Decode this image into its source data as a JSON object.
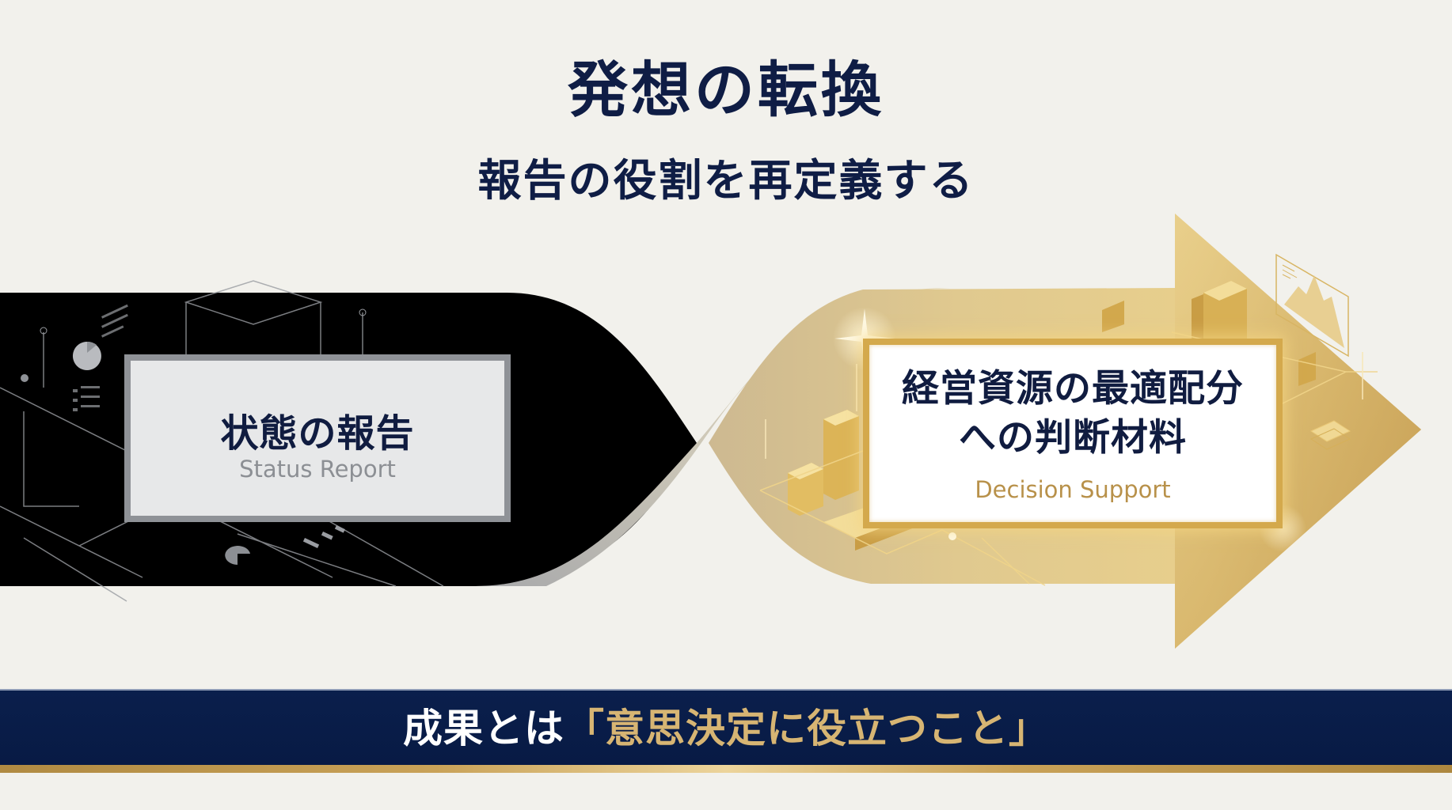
{
  "header": {
    "title": "発想の転換",
    "subtitle": "報告の役割を再定義する"
  },
  "left_panel": {
    "heading": "状態の報告",
    "caption": "Status Report",
    "theme": "gray",
    "colors": {
      "band": "#aeb0b4",
      "box_border": "#8f9297",
      "box_fill": "#e7e8e9",
      "caption": "#8c8f94"
    }
  },
  "right_panel": {
    "heading_line1": "経営資源の最適配分",
    "heading_line2": "への判断材料",
    "caption": "Decision Support",
    "theme": "gold",
    "colors": {
      "band": "#d9c49a",
      "box_border": "#d4a94c",
      "box_fill": "#ffffff",
      "caption": "#b8914a"
    }
  },
  "transition": {
    "shape": "twisted-ribbon-arrow",
    "direction": "left-to-right"
  },
  "banner": {
    "prefix": "成果とは",
    "quote": "「意思決定に役立つこと」",
    "colors": {
      "background": "#0a1f4c",
      "prefix": "#ffffff",
      "quote": "#d7b573",
      "underline": "#c9a258"
    }
  },
  "colors": {
    "background": "#f2f1ec",
    "text_primary": "#0f1d45"
  }
}
